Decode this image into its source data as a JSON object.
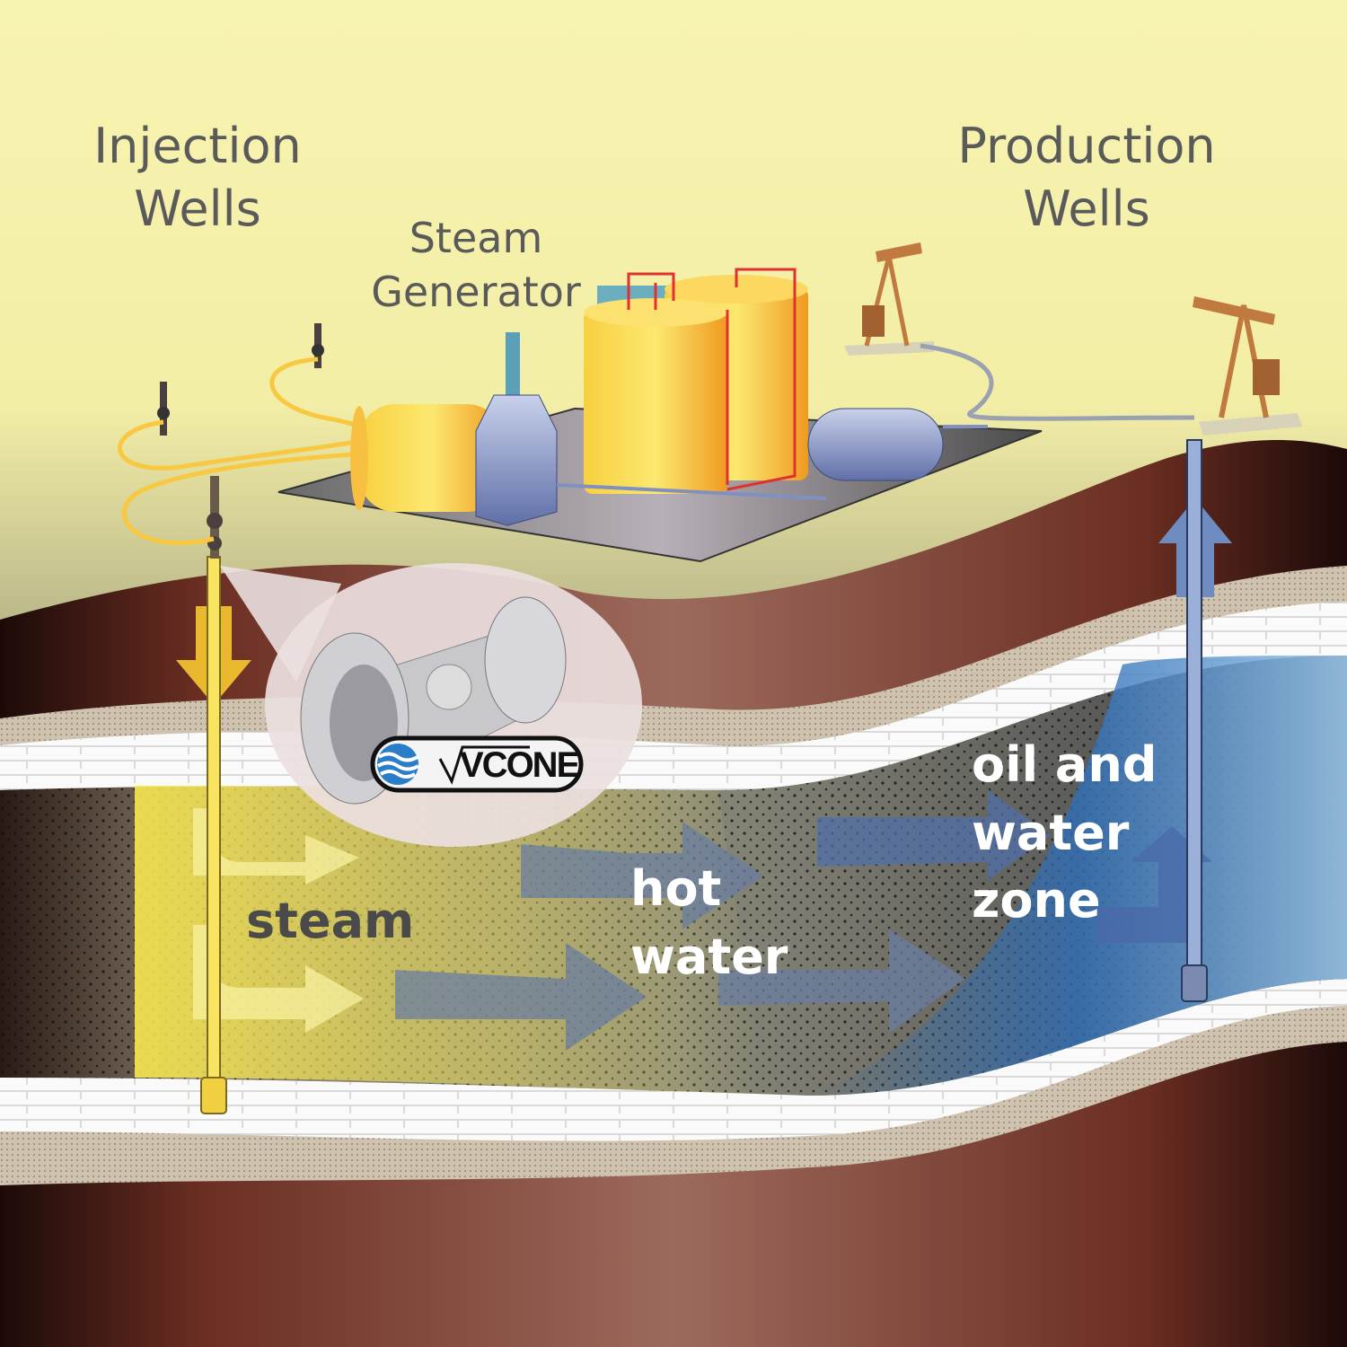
{
  "labels": {
    "injection_wells": [
      "Injection",
      "Wells"
    ],
    "production_wells": [
      "Production",
      "Wells"
    ],
    "steam_generator": [
      "Steam",
      "Generator"
    ],
    "steam": "steam",
    "hot_water": [
      "hot",
      "water"
    ],
    "oil_water_zone": [
      "oil and",
      "water",
      "zone"
    ]
  },
  "logo": {
    "text": "VCONE"
  },
  "colors": {
    "sky_top": "#f7f3b0",
    "sky_bottom": "#9c9a7c",
    "rock_brown": "#7a3a2c",
    "sand_beige": "#cfc3b0",
    "steam_yellow": "#f5e04a",
    "water_blue": "#3f7cc0",
    "tank_orange": "#f7b733"
  }
}
